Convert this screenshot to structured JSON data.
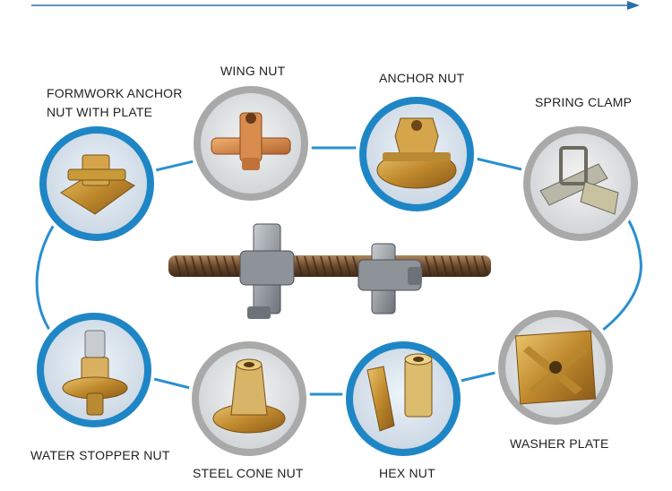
{
  "header": {
    "top_text": "..(.)......"
  },
  "colors": {
    "ring_blue": "#1f86c6",
    "ring_gray": "#a9a9a9",
    "loop_line": "#2a8fd0",
    "metal_dark": "#5a5f66",
    "metal_light": "#a8adb3",
    "brass": "#c89a3a"
  },
  "products": [
    {
      "id": "formwork-anchor-nut-with-plate",
      "lines": [
        "FORMWORK ANCHOR",
        "NUT WITH PLATE"
      ],
      "ring": "blue"
    },
    {
      "id": "wing-nut",
      "lines": [
        "WING NUT"
      ],
      "ring": "gray"
    },
    {
      "id": "anchor-nut",
      "lines": [
        "ANCHOR NUT"
      ],
      "ring": "blue"
    },
    {
      "id": "spring-clamp",
      "lines": [
        "SPRING CLAMP"
      ],
      "ring": "gray"
    },
    {
      "id": "water-stopper-nut",
      "lines": [
        "WATER STOPPER NUT"
      ],
      "ring": "blue"
    },
    {
      "id": "steel-cone-nut",
      "lines": [
        "STEEL CONE NUT"
      ],
      "ring": "gray"
    },
    {
      "id": "hex-nut",
      "lines": [
        "HEX NUT"
      ],
      "ring": "blue"
    },
    {
      "id": "washer-plate",
      "lines": [
        "WASHER PLATE"
      ],
      "ring": "gray"
    }
  ]
}
